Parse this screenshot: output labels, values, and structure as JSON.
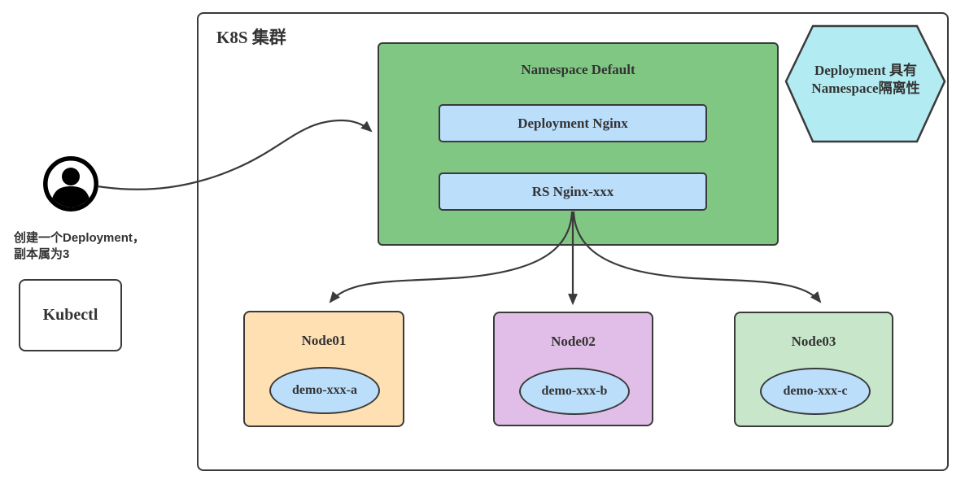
{
  "cluster": {
    "title": "K8S 集群"
  },
  "namespace": {
    "title": "Namespace Default",
    "deployment_label": "Deployment Nginx",
    "rs_label": "RS Nginx-xxx"
  },
  "note_hexagon": {
    "line1": "Deployment 具有",
    "line2": "Namespace隔离性"
  },
  "actor": {
    "icon": "user-icon",
    "caption_line1": "创建一个Deployment，",
    "caption_line2": "副本属为3",
    "tool_label": "Kubectl"
  },
  "nodes": [
    {
      "label": "Node01",
      "pod_label": "demo-xxx-a",
      "fill": "#FFE0B2"
    },
    {
      "label": "Node02",
      "pod_label": "demo-xxx-b",
      "fill": "#E1BEE7"
    },
    {
      "label": "Node03",
      "pod_label": "demo-xxx-c",
      "fill": "#C8E6C9"
    }
  ],
  "colors": {
    "stroke": "#3A3A3A",
    "namespace_fill": "#81C784",
    "resource_fill": "#BBDEFB",
    "hexagon_fill": "#B2EBF2",
    "pod_fill": "#BBDEFB",
    "text": "#333333"
  }
}
